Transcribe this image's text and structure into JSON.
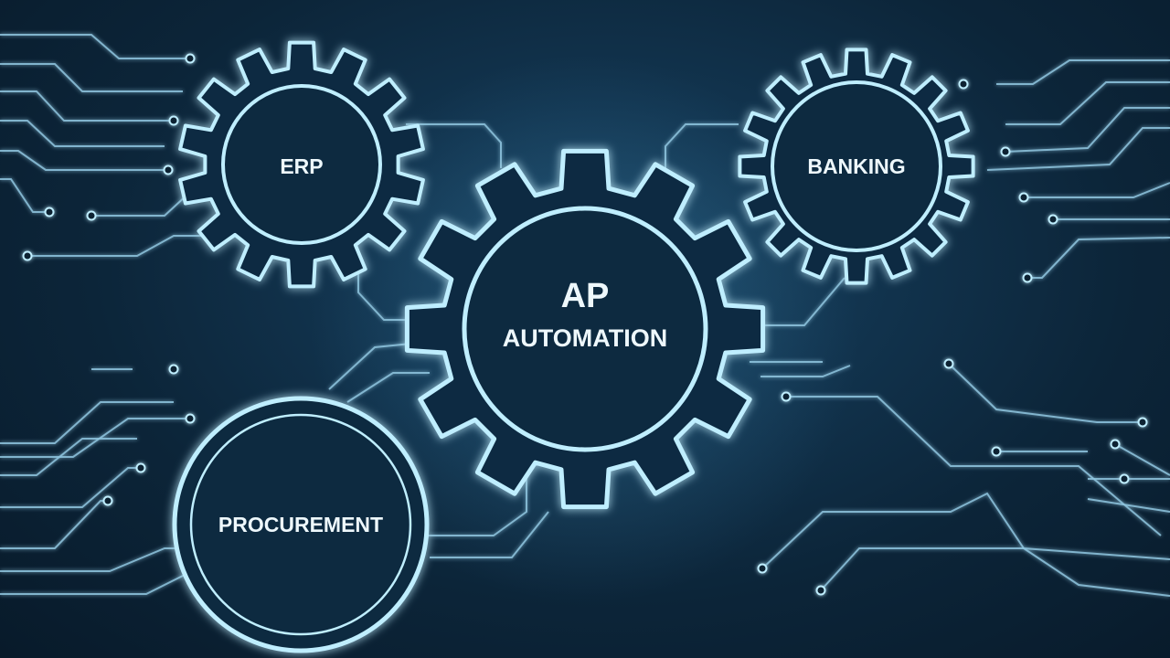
{
  "nodes": {
    "center": {
      "line1": "AP",
      "line2": "AUTOMATION"
    },
    "erp": {
      "label": "ERP"
    },
    "banking": {
      "label": "BANKING"
    },
    "procurement": {
      "label": "PROCUREMENT"
    }
  },
  "colors": {
    "glow": "#bfeeff",
    "line": "#8fc6df",
    "background": "#0c2233",
    "text": "#eef8fc"
  }
}
